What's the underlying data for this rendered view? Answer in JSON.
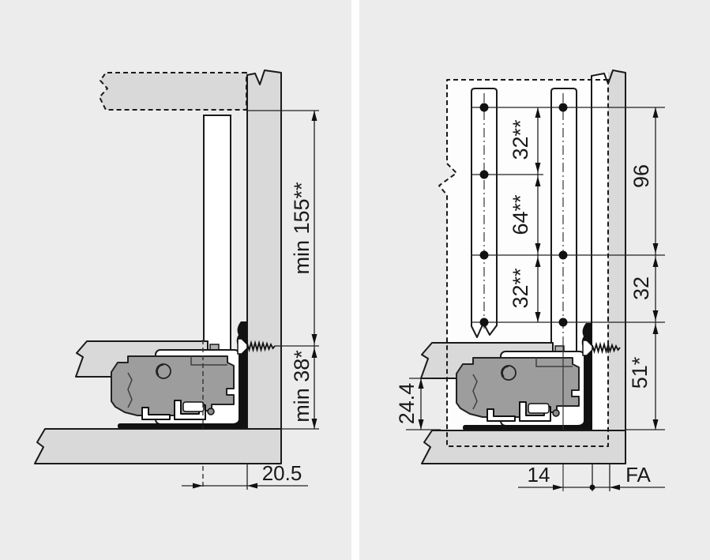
{
  "colors": {
    "background": "#ececec",
    "panel_divider": "#ffffff",
    "board_fill": "#d9d9d9",
    "mechanism_fill": "#9d9d9d",
    "line": "#1a1a1a",
    "white_fill": "#fdfdfd"
  },
  "left_panel": {
    "dim_min_height": "min 155**",
    "dim_min_top": "min 38*",
    "dim_back_offset": "20.5"
  },
  "right_panel": {
    "dim_row_spacing_top": "32**",
    "dim_row_spacing_mid": "64**",
    "dim_row_spacing_bottom": "32**",
    "dim_system_96": "96",
    "dim_system_32": "32",
    "dim_bottom_height": "51*",
    "dim_bottom_offset": "24.4",
    "dim_hole_to_back": "14",
    "dim_gap": "FA"
  }
}
